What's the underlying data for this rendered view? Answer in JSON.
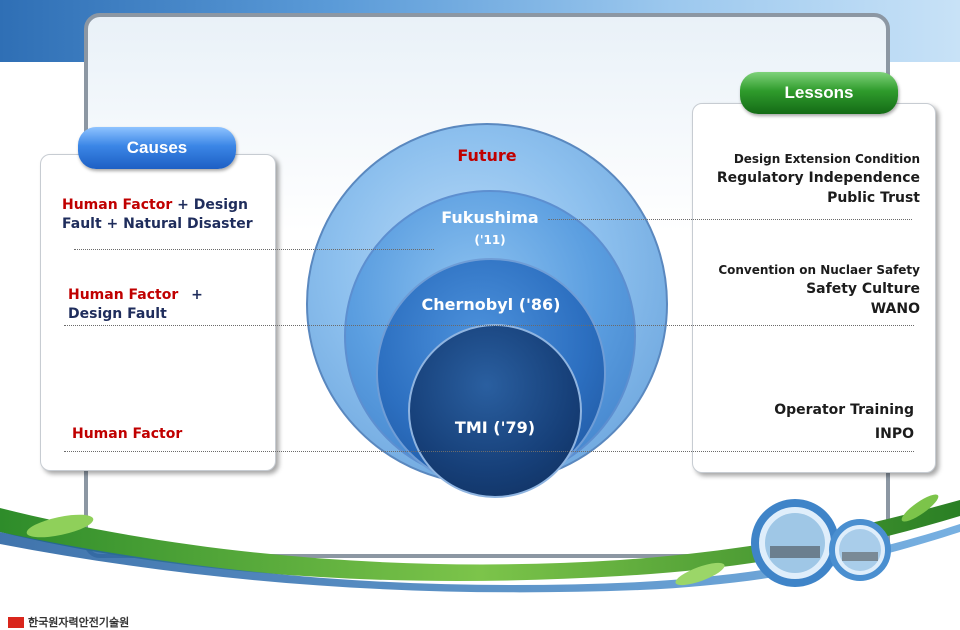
{
  "causes": {
    "pill_label": "Causes",
    "row1_red": "Human Factor",
    "row1_rest": " + Design",
    "row1_line2": "Fault + Natural Disaster",
    "row2_red": "Human Factor",
    "row2_plus": "+",
    "row2_line2": "Design Fault",
    "row3_red": "Human Factor"
  },
  "lessons": {
    "pill_label": "Lessons",
    "group1": [
      "Design Extension Condition",
      "Regulatory Independence",
      "Public Trust"
    ],
    "group2": [
      "Convention on Nuclaer Safety",
      "Safety Culture",
      "WANO"
    ],
    "group3": [
      "Operator Training",
      "INPO"
    ]
  },
  "circles": {
    "future": "Future",
    "fukushima": "Fukushima",
    "fukushima_year": "('11)",
    "chernobyl": "Chernobyl ('86)",
    "tmi": "TMI ('79)"
  },
  "footer": {
    "org_name": "한국원자력안전기술원"
  },
  "colors": {
    "red_text": "#c00000",
    "navy_text": "#1f2d5c",
    "causes_pill": "#2b73d6",
    "lessons_pill": "#238a22"
  }
}
